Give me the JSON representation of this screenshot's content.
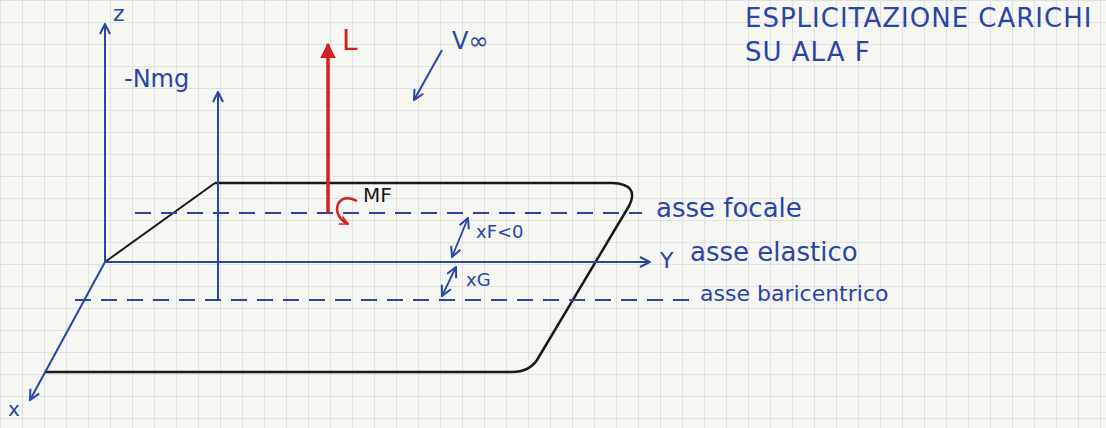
{
  "diagram": {
    "title": "ESPLICITAZIONE CARICHI SU ALA F",
    "labels": [
      "z",
      "-Nmg",
      "L",
      "V∞",
      "MF",
      "xF<0",
      "xG",
      "asse focale",
      "Y",
      "asse elastico",
      "asse baricentrico",
      "x"
    ]
  }
}
